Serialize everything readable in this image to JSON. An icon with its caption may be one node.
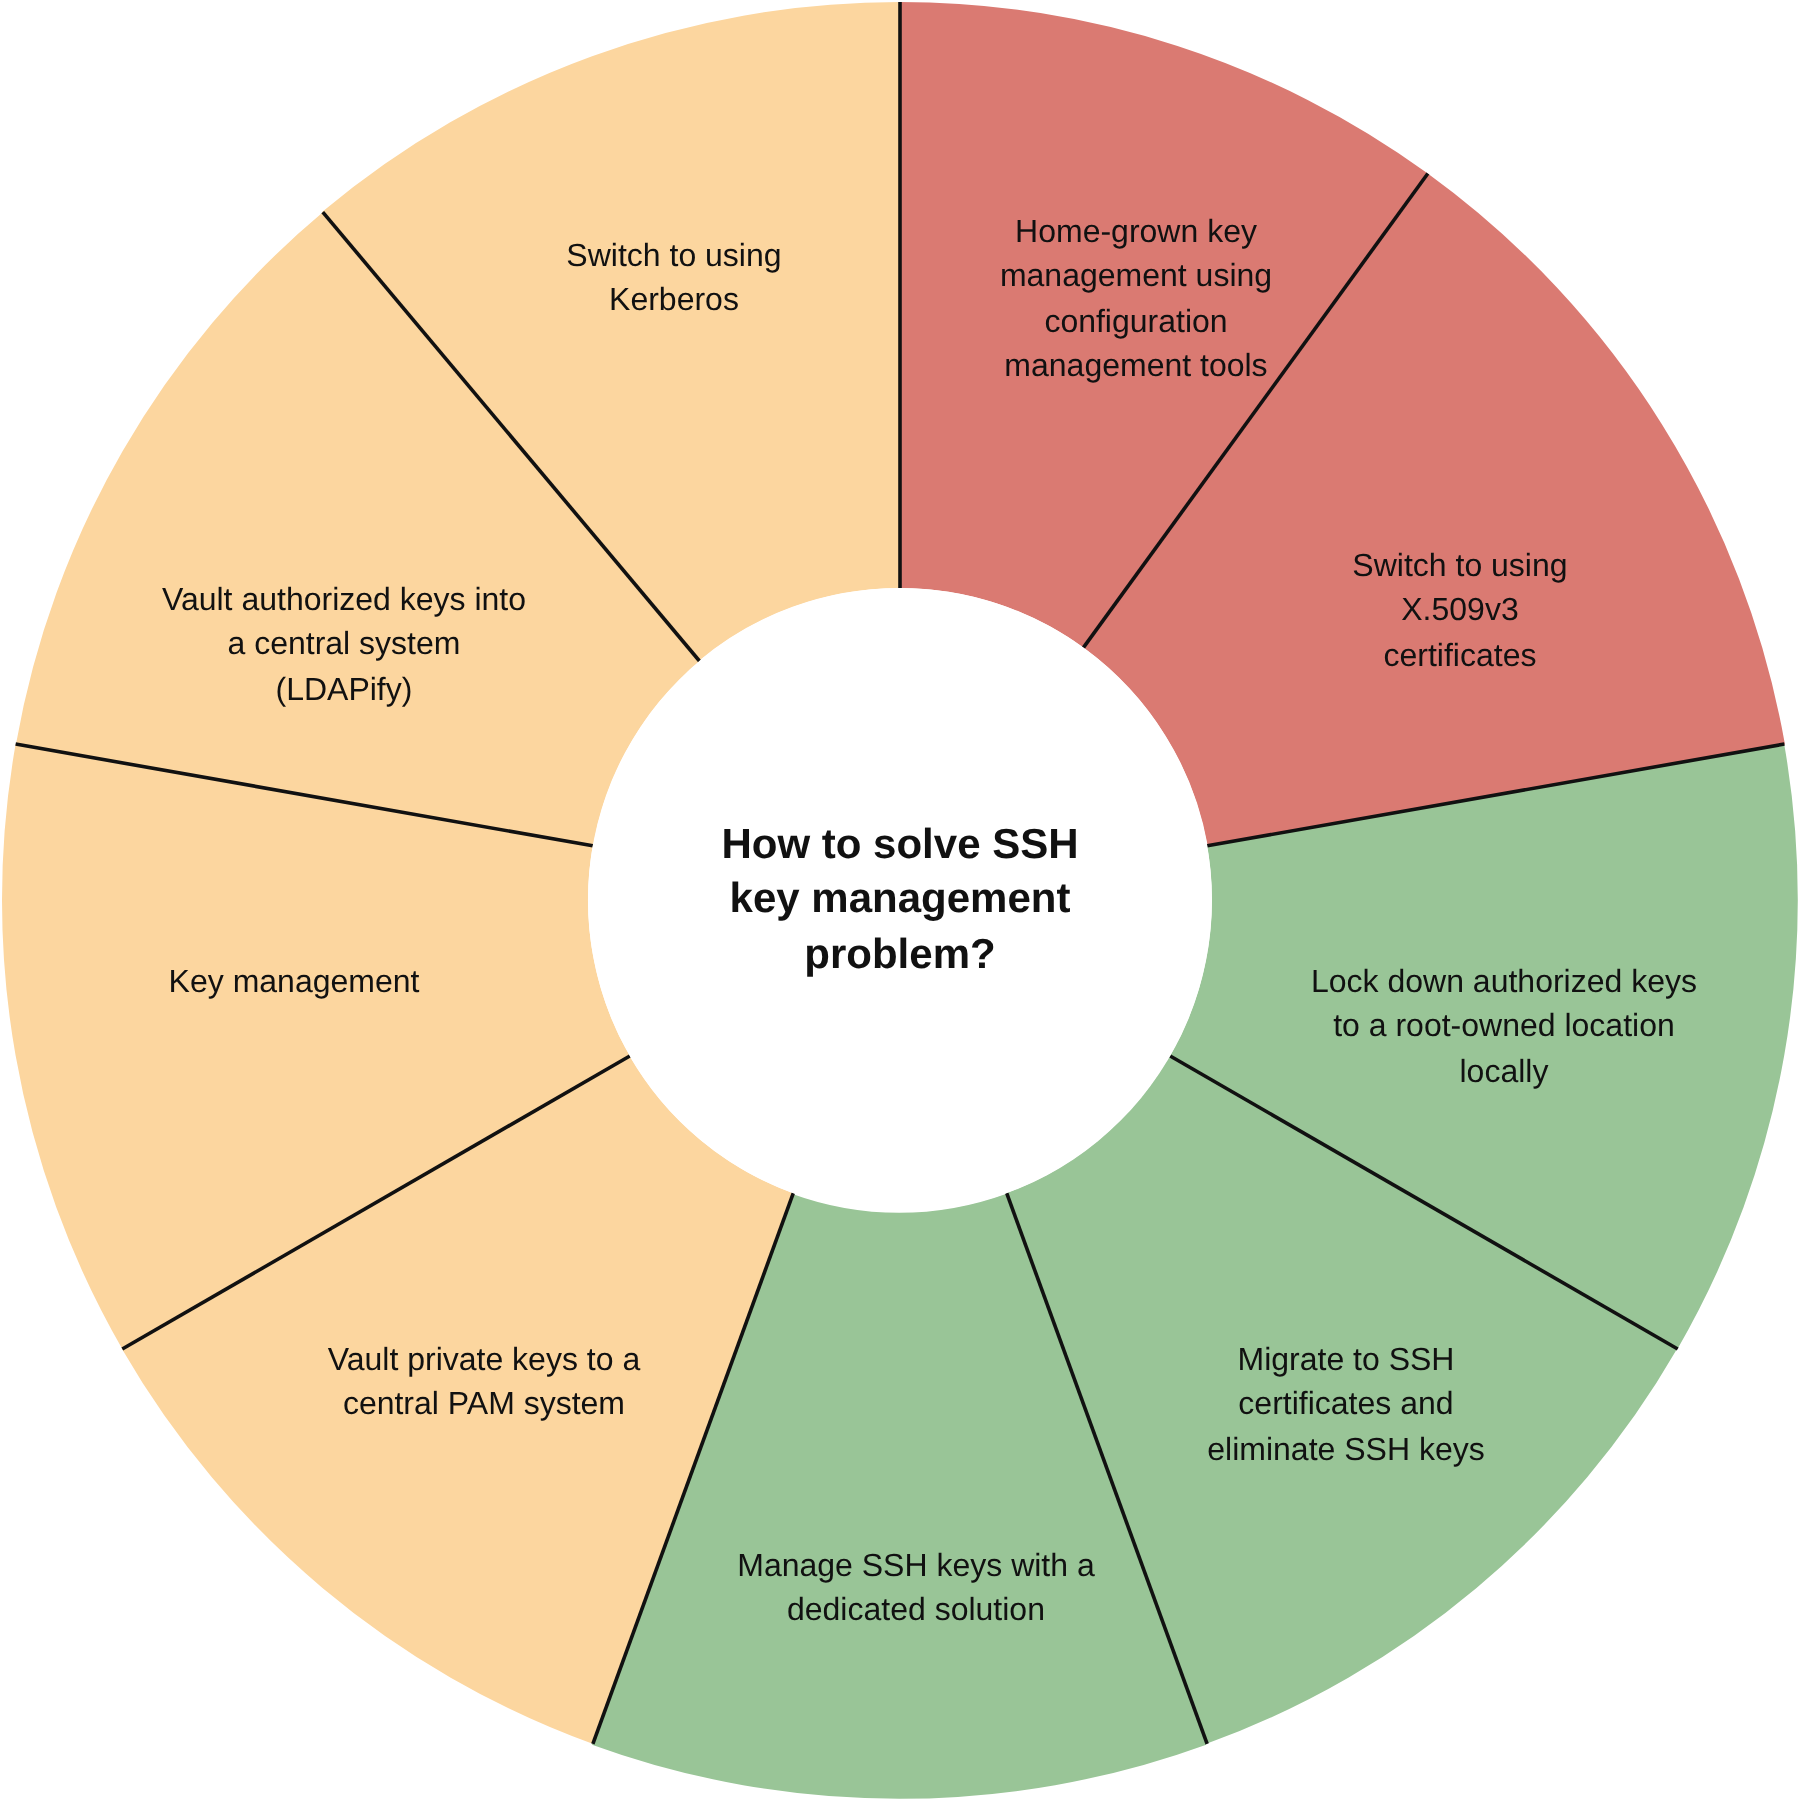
{
  "diagram": {
    "nodes": [
      {
        "text": [
          "How to solve SSH key management problem?"
        ]
      },
      {
        "text": [
          "Home-grown key management using configuration management tools"
        ]
      },
      {
        "text": [
          "Switch to using X.509v3 certificates"
        ]
      },
      {
        "text": [
          "Lock down authorized keys to a root-owned location locally"
        ]
      },
      {
        "text": [
          "Migrate to SSH certificates and eliminate SSH keys"
        ]
      },
      {
        "text": [
          "Manage SSH keys with a dedicated solution"
        ]
      },
      {
        "text": [
          "Vault private keys to a central PAM system"
        ]
      },
      {
        "text": [
          "Key management"
        ]
      },
      {
        "text": [
          "Vault authorized keys into a central system (LDAPify)"
        ]
      },
      {
        "text": [
          "Switch to using Kerberos"
        ]
      }
    ]
  }
}
